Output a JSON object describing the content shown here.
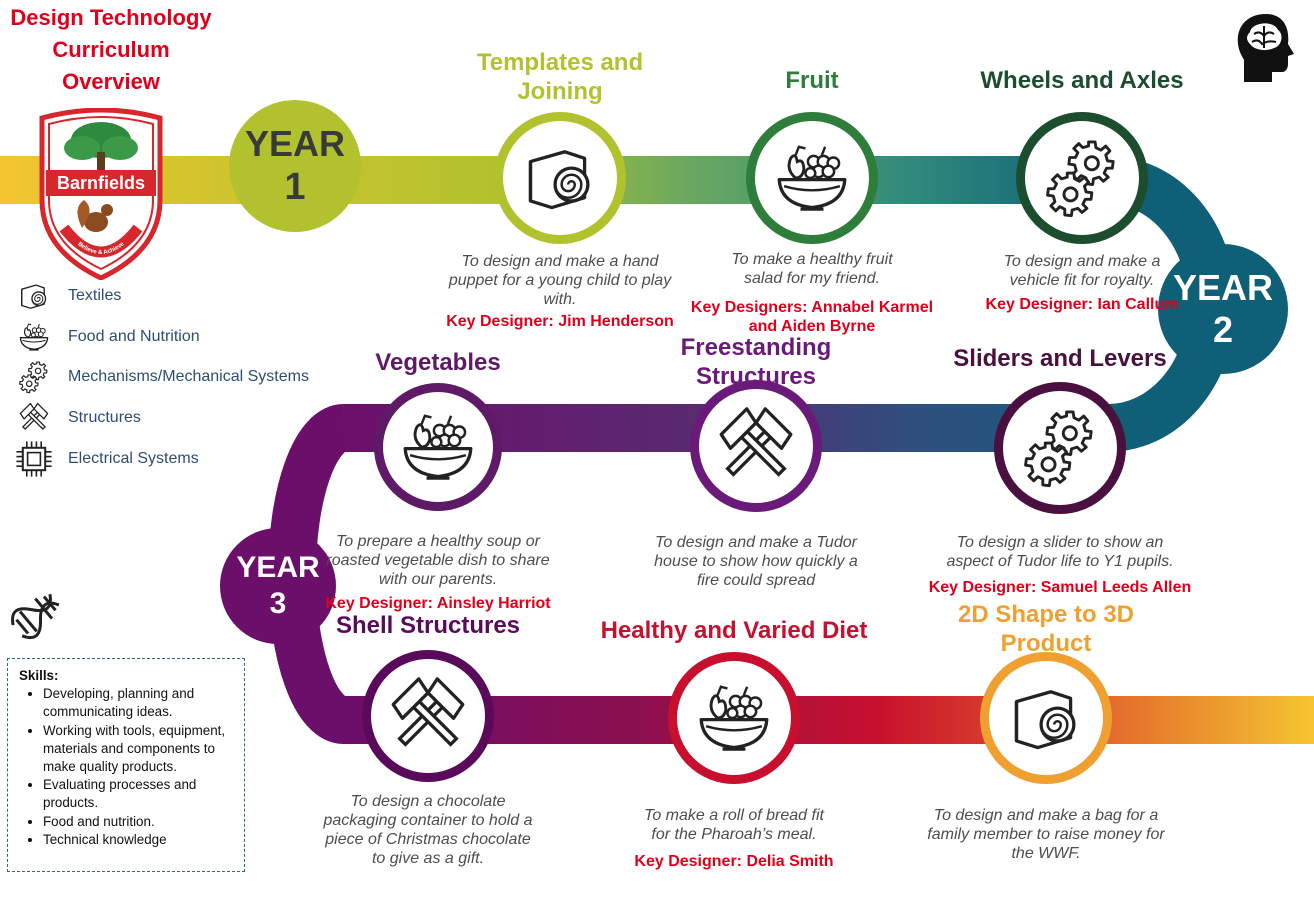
{
  "title": {
    "line1": "Design Technology",
    "line2": "Curriculum",
    "line3": "Overview"
  },
  "logo": {
    "name": "Barnfields",
    "motto": "Believe & Achieve"
  },
  "legend": [
    {
      "label": "Textiles",
      "icon": "fabric-roll-icon"
    },
    {
      "label": "Food and Nutrition",
      "icon": "fruit-bowl-icon"
    },
    {
      "label": "Mechanisms/Mechanical Systems",
      "icon": "gears-icon"
    },
    {
      "label": "Structures",
      "icon": "hammers-icon"
    },
    {
      "label": "Electrical Systems",
      "icon": "chip-icon"
    }
  ],
  "skills": {
    "title": "Skills:",
    "items": [
      "Developing, planning and communicating ideas.",
      "Working with tools, equipment, materials and components to make quality products.",
      "Evaluating processes and products.",
      "Food and nutrition.",
      "Technical knowledge"
    ]
  },
  "years": [
    {
      "label": "YEAR",
      "number": "1",
      "color": "#b2c22e"
    },
    {
      "label": "YEAR",
      "number": "2",
      "color": "#0f5f77"
    },
    {
      "label": "YEAR",
      "number": "3",
      "color": "#6b0f6b"
    }
  ],
  "projects": [
    {
      "title_lines": [
        "Templates and",
        "Joining"
      ],
      "desc_lines": [
        "To design and make a hand",
        "puppet for a young child to play",
        "with."
      ],
      "designer": "Key Designer: Jim Henderson",
      "icon": "fabric-roll-icon",
      "color": "#b2c22e"
    },
    {
      "title_lines": [
        "Fruit"
      ],
      "desc_lines": [
        "To make a healthy fruit",
        "salad for my friend."
      ],
      "designer_lines": [
        "Key Designers: Annabel Karmel",
        "and Aiden Byrne"
      ],
      "icon": "fruit-bowl-icon",
      "color": "#2e7d3a"
    },
    {
      "title_lines": [
        "Wheels and Axles"
      ],
      "desc_lines": [
        "To design and make a",
        "vehicle fit for royalty."
      ],
      "designer": "Key Designer: Ian Callum",
      "icon": "gears-icon",
      "color": "#1b4d2e"
    },
    {
      "title_lines": [
        "Vegetables"
      ],
      "desc_lines": [
        "To prepare a healthy soup or",
        "roasted vegetable dish to share",
        "with our parents."
      ],
      "designer": "Key Designer: Ainsley Harriot",
      "icon": "fruit-bowl-icon",
      "color": "#5e1a66"
    },
    {
      "title_lines": [
        "Freestanding",
        "Structures"
      ],
      "desc_lines": [
        "To design and make a Tudor",
        "house to show how quickly a",
        "fire could spread"
      ],
      "icon": "hammers-icon",
      "color": "#6a1a78"
    },
    {
      "title_lines": [
        "Sliders and Levers"
      ],
      "desc_lines": [
        "To design a slider to show an",
        "aspect of Tudor life to Y1 pupils."
      ],
      "designer": "Key Designer: Samuel Leeds Allen",
      "icon": "gears-icon",
      "color": "#4a1040"
    },
    {
      "title_lines": [
        "Shell Structures"
      ],
      "desc_lines": [
        "To design a chocolate",
        "packaging container to hold a",
        "piece of Christmas chocolate",
        "to give as a gift."
      ],
      "icon": "hammers-icon",
      "color": "#5a0a5a"
    },
    {
      "title_lines": [
        "Healthy and Varied Diet"
      ],
      "desc_lines": [
        "To make a roll of bread fit",
        "for the Pharoah’s meal."
      ],
      "designer": "Key Designer: Delia Smith",
      "icon": "fruit-bowl-icon",
      "color": "#c8102e"
    },
    {
      "title_lines": [
        "2D Shape to 3D",
        "Product"
      ],
      "desc_lines": [
        "To design and make a bag for a",
        "family member to raise money for",
        "the WWF."
      ],
      "icon": "fabric-roll-icon",
      "color": "#f0a030"
    }
  ]
}
